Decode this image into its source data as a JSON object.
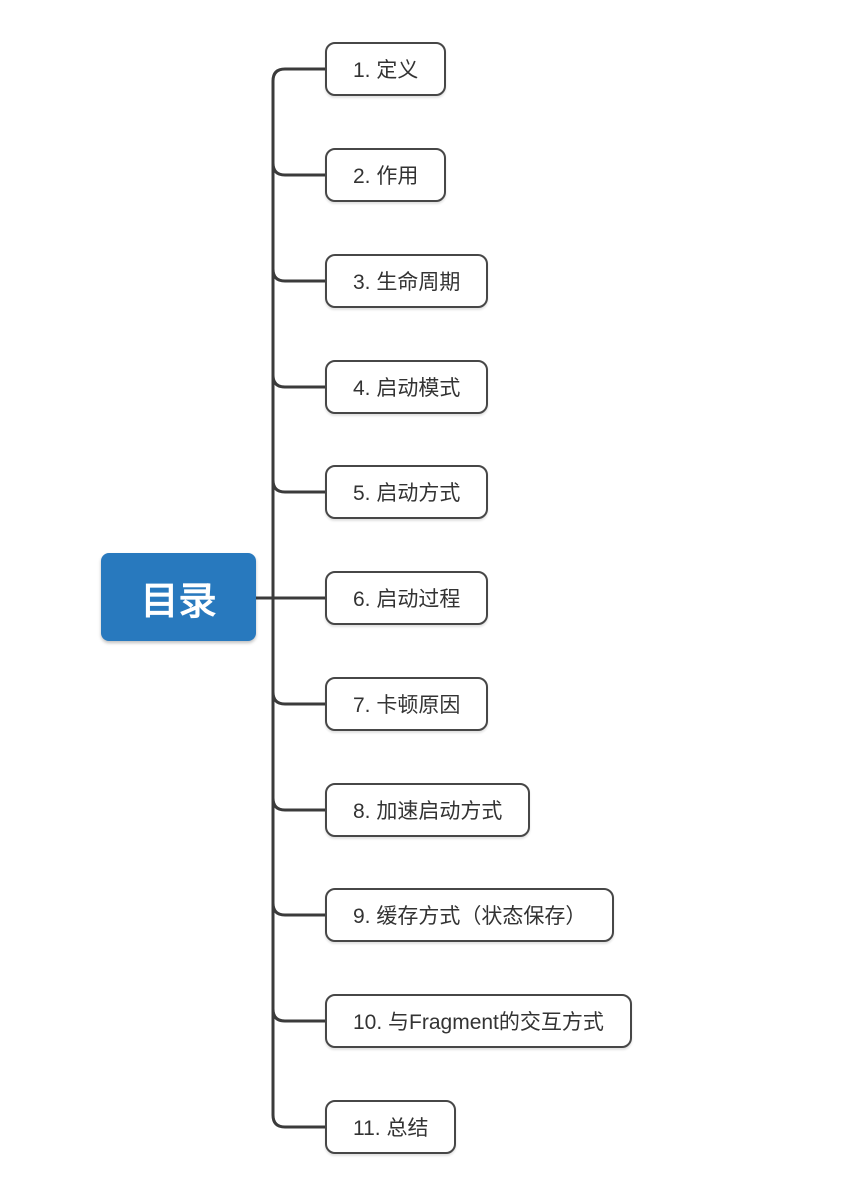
{
  "root": {
    "label": "目录"
  },
  "branches": [
    {
      "label": "1. 定义"
    },
    {
      "label": "2. 作用"
    },
    {
      "label": "3. 生命周期"
    },
    {
      "label": "4. 启动模式"
    },
    {
      "label": "5. 启动方式"
    },
    {
      "label": "6. 启动过程"
    },
    {
      "label": "7. 卡顿原因"
    },
    {
      "label": "8. 加速启动方式"
    },
    {
      "label": "9. 缓存方式（状态保存）"
    },
    {
      "label": "10. 与Fragment的交互方式"
    },
    {
      "label": "11. 总结"
    }
  ],
  "colors": {
    "background": "#ffffff",
    "line": "#3b3b3b",
    "node_border": "#474747",
    "node_text": "#333333",
    "root_bg": "#2879be",
    "root_text": "#ffffff"
  }
}
